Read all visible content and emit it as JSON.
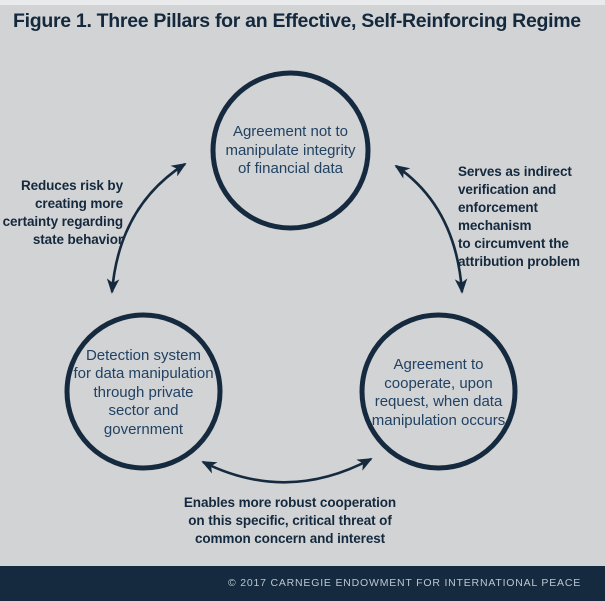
{
  "title": "Figure 1. Three Pillars for an Effective, Self-Reinforcing Regime",
  "colors": {
    "background": "#d2d3d5",
    "navy": "#152a3e",
    "node_text": "#214263",
    "footer_background": "#152a3e",
    "footer_text": "#bcc7d1"
  },
  "diagram": {
    "type": "cycle-diagram",
    "nodes": [
      {
        "id": "top",
        "label": "Agreement not to\nmanipulate integrity\nof financial data"
      },
      {
        "id": "bottom-left",
        "label": "Detection system\nfor data manipulation\nthrough private\nsector and\ngovernment"
      },
      {
        "id": "bottom-right",
        "label": "Agreement to\ncooperate, upon\nrequest, when data\nmanipulation occurs"
      }
    ],
    "edge_labels": [
      {
        "id": "left",
        "text": "Reduces risk by\ncreating more\ncertainty regarding\nstate behavior"
      },
      {
        "id": "right",
        "text": "Serves as indirect\nverification and\nenforcement mechanism\nto circumvent the\nattribution problem"
      },
      {
        "id": "bottom",
        "text": "Enables more robust cooperation\non this specific, critical threat of\ncommon concern and interest"
      }
    ]
  },
  "footer": {
    "copyright": "© 2017 CARNEGIE ENDOWMENT FOR INTERNATIONAL PEACE"
  }
}
